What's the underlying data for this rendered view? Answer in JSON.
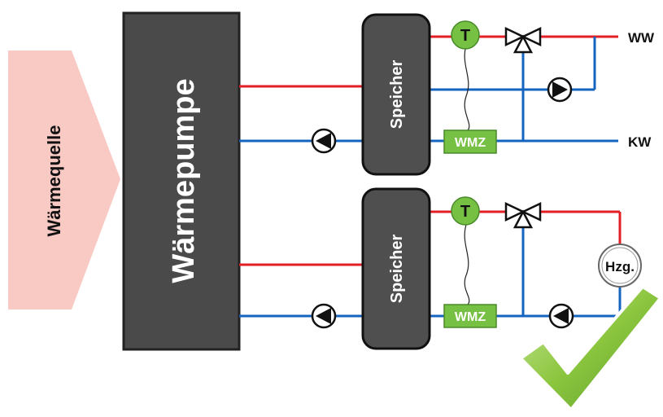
{
  "heat_source": {
    "label": "Wärmequelle",
    "color": "#f9c9c4"
  },
  "heat_pump": {
    "label": "Wärmepumpe",
    "color": "#4a4a4a"
  },
  "storage": {
    "label": "Speicher",
    "color": "#4f4f4f"
  },
  "sensor": {
    "label": "T",
    "color": "#76c043"
  },
  "meter": {
    "label": "WMZ",
    "color": "#76c043"
  },
  "outlets": {
    "hot_water": "WW",
    "cold_water": "KW"
  },
  "heating": {
    "label": "Hzg."
  },
  "colors": {
    "supply": "#e31e24",
    "return": "#1565c0",
    "check": "#8cc63f"
  }
}
